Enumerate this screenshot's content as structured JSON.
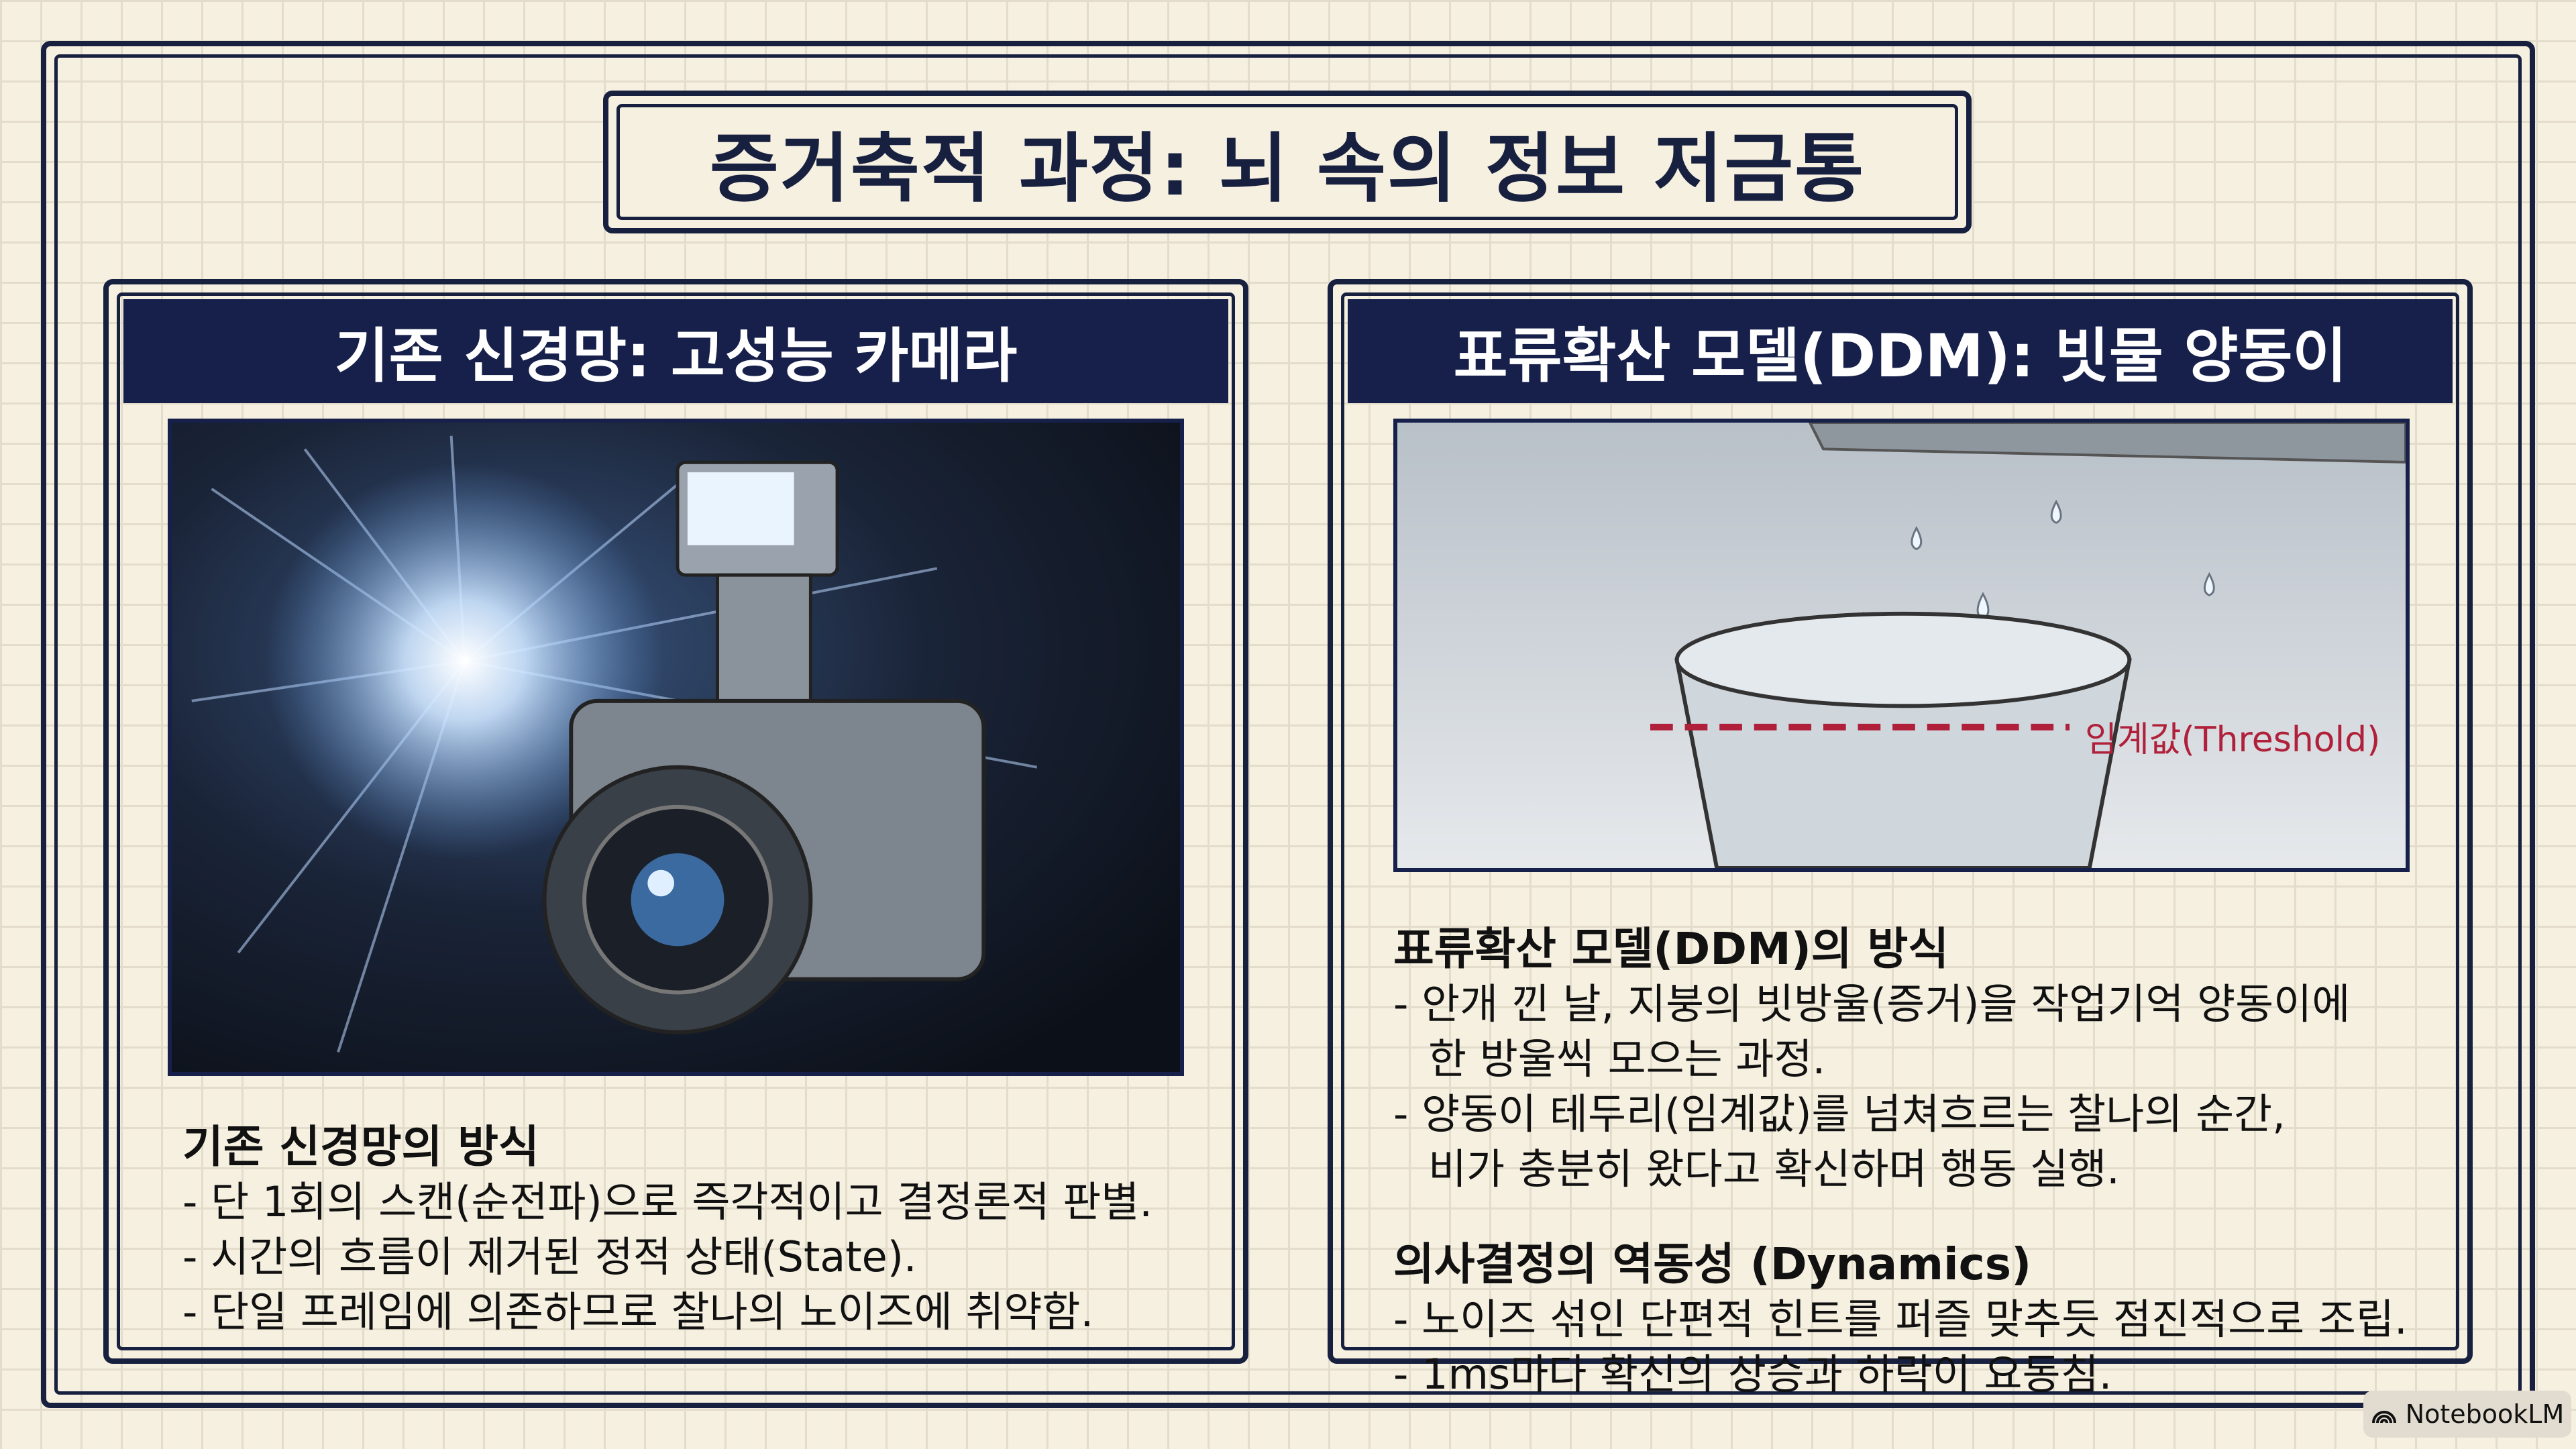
{
  "title": "증거축적 과정: 뇌 속의 정보 저금통",
  "left": {
    "header": "기존 신경망: 고성능 카메라",
    "heading": "기존 신경망의 방식",
    "bullets": [
      "- 단 1회의 스캔(순전파)으로 즉각적이고 결정론적 판별.",
      "- 시간의 흐름이 제거된 정적 상태(State).",
      "- 단일 프레임에 의존하므로 찰나의 노이즈에 취약함."
    ]
  },
  "right": {
    "header": "표류확산 모델(DDM): 빗물 양동이",
    "threshold_label": "임계값(Threshold)",
    "heading1": "표류확산 모델(DDM)의 방식",
    "b1a": "- 안개 낀 날, 지붕의 빗방울(증거)을 작업기억 양동이에",
    "b1b": "한 방울씩 모으는 과정.",
    "b2a": "- 양동이 테두리(임계값)를 넘쳐흐르는 찰나의 순간,",
    "b2b": "비가 충분히 왔다고 확신하며 행동 실행.",
    "heading2": "의사결정의 역동성 (Dynamics)",
    "b3": "- 노이즈 섞인 단편적 힌트를 퍼즐 맞추듯 점진적으로 조립.",
    "b4": "- 1ms마다 확신의 상승과 하락이 요동침."
  },
  "badge": "NotebookLM",
  "colors": {
    "navy": "#16204a",
    "threshold": "#b0203a",
    "paper": "#f6f0e1"
  }
}
